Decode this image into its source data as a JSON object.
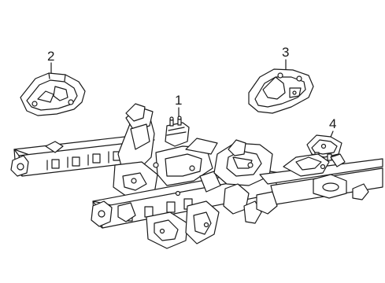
{
  "diagram": {
    "callouts": [
      {
        "id": "1",
        "label": "1",
        "part": "mount-bracket"
      },
      {
        "id": "2",
        "label": "2",
        "part": "left-engine-mount"
      },
      {
        "id": "3",
        "label": "3",
        "part": "right-engine-mount"
      },
      {
        "id": "4",
        "label": "4",
        "part": "transmission-mount"
      }
    ]
  },
  "colors": {
    "line": "#1a1a1a",
    "fill": "#ffffff",
    "shade": "#e6e6e6"
  }
}
